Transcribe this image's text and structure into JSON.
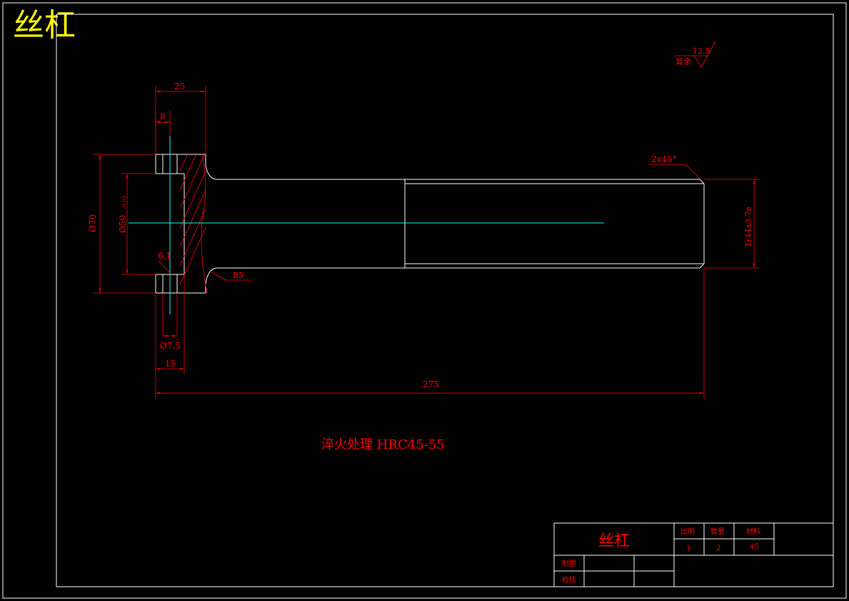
{
  "header": {
    "title": "丝杠"
  },
  "dimensions": {
    "width_25": "25",
    "width_8": "8",
    "diameter_70": "Ø70",
    "diameter_50": "Ø50",
    "diameter_50_tol": "-0.03",
    "angle_61": "6.1",
    "radius_5": "R5",
    "hole_75": "Ø7.5",
    "width_15": "15",
    "length_275": "275",
    "chamfer": "2x45°",
    "thread": "Tr44x3-7e"
  },
  "surface_finish": {
    "label": "其余",
    "value": "12.5"
  },
  "note": "淬火处理 HRC45-55",
  "colors": {
    "frame": "#ffffff",
    "dimension": "#ff0000",
    "centerline": "#00ffff",
    "title": "#ffff00"
  },
  "title_block": {
    "part_name": "丝杠",
    "scale_label": "比例",
    "qty_label": "数量",
    "material_label": "材料",
    "scale_value": "1",
    "qty_value": "2",
    "material_value": "45",
    "drawn_label": "制图",
    "checked_label": "校核"
  }
}
